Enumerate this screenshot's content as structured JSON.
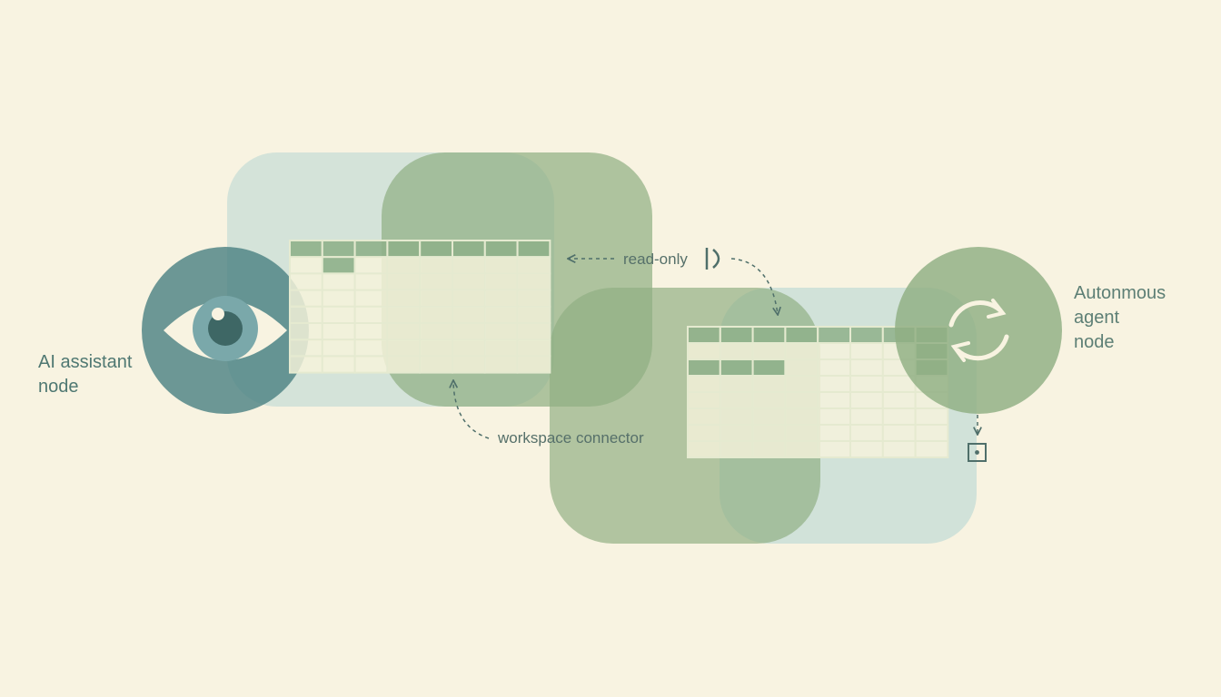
{
  "labels": {
    "ai_node": "AI assistant\nnode",
    "agent_node": "Autonmous\nagent\nnode",
    "connector": "workspace connector",
    "read_only": "read-only"
  },
  "icons": {
    "ai_node": "eye-icon",
    "agent_node": "refresh-cycle-icon",
    "read_only": "pause-play-icon",
    "output": "dotted-square-icon"
  },
  "colors": {
    "background": "#f8f3e1",
    "teal_dark": "#4d8284",
    "sage_green": "#8fae82",
    "pale_blue": "#bcd8d4",
    "grid_line": "#e5ead0",
    "grid_cell": "#f8f4dc",
    "grid_header": "#8fb08a",
    "text": "#4f7872"
  }
}
